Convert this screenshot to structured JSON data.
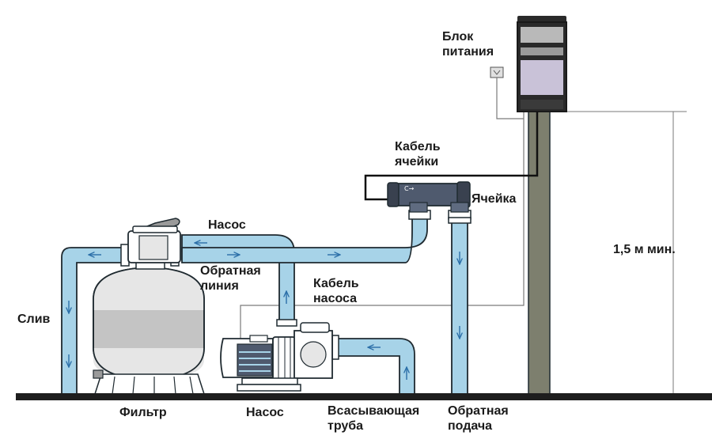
{
  "labels": {
    "power_unit": [
      "Блок",
      "питания"
    ],
    "cell_cable": [
      "Кабель",
      "ячейки"
    ],
    "cell": "Ячейка",
    "pump_top": "Насос",
    "return_line": [
      "Обратная",
      "линия"
    ],
    "pump_cable": [
      "Кабель",
      "насоса"
    ],
    "height": "1,5 м мин.",
    "drain": "Слив",
    "filter": "Фильтр",
    "pump_bottom": "Насос",
    "suction_pipe": [
      "Всасывающая",
      "труба"
    ],
    "return_supply": [
      "Обратная",
      "подача"
    ]
  },
  "colors": {
    "water_pipe": "#a7d3e8",
    "pipe_outline": "#1f2a30",
    "filter_tank": "#c4c4c4",
    "power_unit_window": "#c9c2d8",
    "post": "#7d7f6e",
    "ground": "#1e1e1e",
    "flow_arrow": "#2b6fa8"
  },
  "icons": [
    "flow-arrow-icon",
    "multiport-valve-icon",
    "plug-socket-icon"
  ]
}
